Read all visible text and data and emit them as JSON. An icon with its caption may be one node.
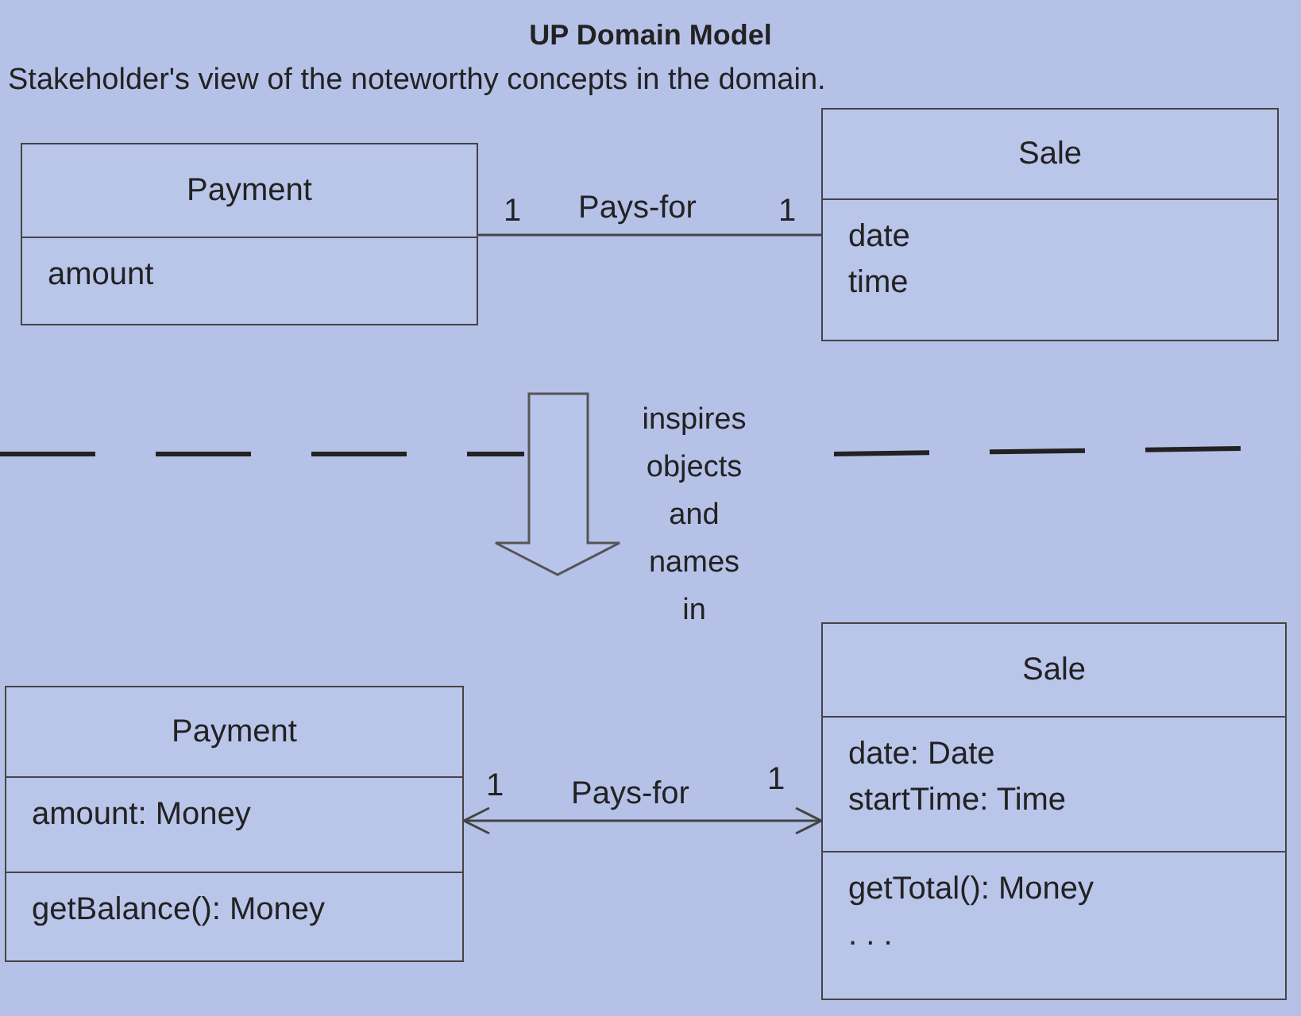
{
  "diagram": {
    "title": "UP Domain Model",
    "nodes": [
      {
        "text": [
          "Payment",
          "amount"
        ]
      },
      {
        "text": [
          "Sale",
          "date",
          "time"
        ]
      },
      {
        "text": [
          "Payment",
          "amount: Money",
          "getBalance(): Money"
        ]
      },
      {
        "text": [
          "Sale",
          "date: Date",
          "startTime: Time",
          "getTotal(): Money",
          ". . ."
        ]
      }
    ],
    "edges": [
      {
        "from": 0,
        "to": 1,
        "arrow": "none",
        "label": "Pays-for"
      },
      {
        "from": 2,
        "to": 3,
        "arrow": "both",
        "label": "Pays-for"
      }
    ],
    "labels": [
      "Stakeholder's view of the noteworthy concepts in the domain.",
      "1",
      "1",
      "inspires objects and names in",
      "1",
      "1"
    ]
  }
}
